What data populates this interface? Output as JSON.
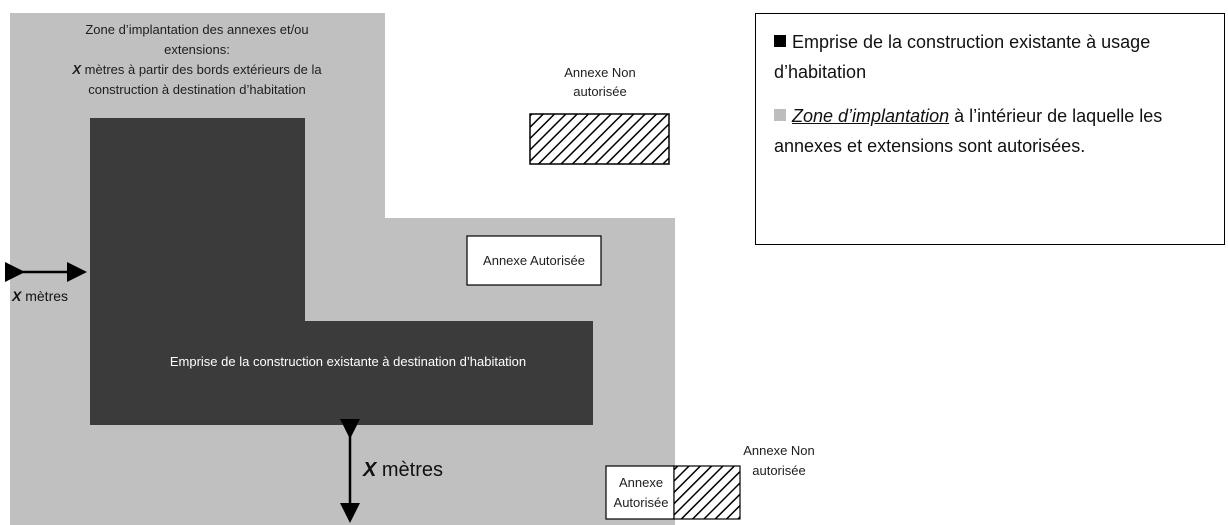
{
  "colors": {
    "zone": "#c0c0c0",
    "building": "#3b3b3b",
    "hatch": "#000000"
  },
  "zone": {
    "label_lines": [
      "Zone d’implantation des annexes et/ou",
      "extensions:",
      " mètres à partir des bords extérieurs de la",
      "construction à destination d’habitation"
    ],
    "label_var": "X"
  },
  "building": {
    "label": "Emprise de la construction existante à destination  d’habitation"
  },
  "distance_left": {
    "var": "X",
    "unit": " mètres"
  },
  "distance_bottom": {
    "var": "X",
    "unit": " mètres"
  },
  "annex_non_top": {
    "line1": "Annexe Non",
    "line2": "autorisée"
  },
  "annex_auth_mid": {
    "label": "Annexe Autorisée"
  },
  "annex_auth_bottom": {
    "line1": "Annexe",
    "line2": "Autorisée"
  },
  "annex_non_bottom": {
    "line1": "Annexe Non",
    "line2": "autorisée"
  },
  "legend": {
    "item1": "Emprise de la construction existante à usage d’habitation",
    "item2_emph": "Zone d’implantation",
    "item2_rest": " à l’intérieur de laquelle  les annexes et extensions sont autorisées."
  }
}
